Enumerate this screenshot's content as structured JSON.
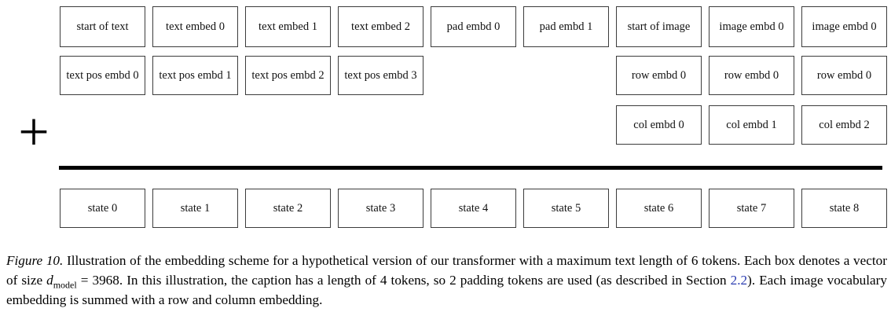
{
  "figure": {
    "plus_symbol": "+",
    "rows": {
      "token_embeds": [
        "start of text",
        "text embed 0",
        "text embed 1",
        "text embed 2",
        "pad embd 0",
        "pad embd 1",
        "start of image",
        "image embd 0",
        "image embd 0"
      ],
      "text_pos_embeds": [
        "text pos embd 0",
        "text pos embd 1",
        "text pos embd 2",
        "text pos embd 3"
      ],
      "row_embeds": [
        "row embd 0",
        "row embd 0",
        "row embd 0"
      ],
      "col_embeds": [
        "col embd 0",
        "col embd 1",
        "col embd 2"
      ],
      "states": [
        "state 0",
        "state 1",
        "state 2",
        "state 3",
        "state 4",
        "state 5",
        "state 6",
        "state 7",
        "state 8"
      ]
    }
  },
  "caption": {
    "figure_label": "Figure 10.",
    "text_part1": " Illustration of the embedding scheme for a hypothetical version of our transformer with a maximum text length of 6 tokens. Each box denotes a vector of size ",
    "math_var": "d",
    "math_sub": "model",
    "text_part2": " = 3968. In this illustration, the caption has a length of 4 tokens, so 2 padding tokens are used (as described in Section ",
    "section_link": "2.2",
    "text_part3": "). Each image vocabulary embedding is summed with a row and column embedding."
  },
  "colors": {
    "background": "#ffffff",
    "box_border": "#3c3c3c",
    "text": "#111111",
    "sum_line": "#000000",
    "section_link": "#2b3cb0"
  }
}
